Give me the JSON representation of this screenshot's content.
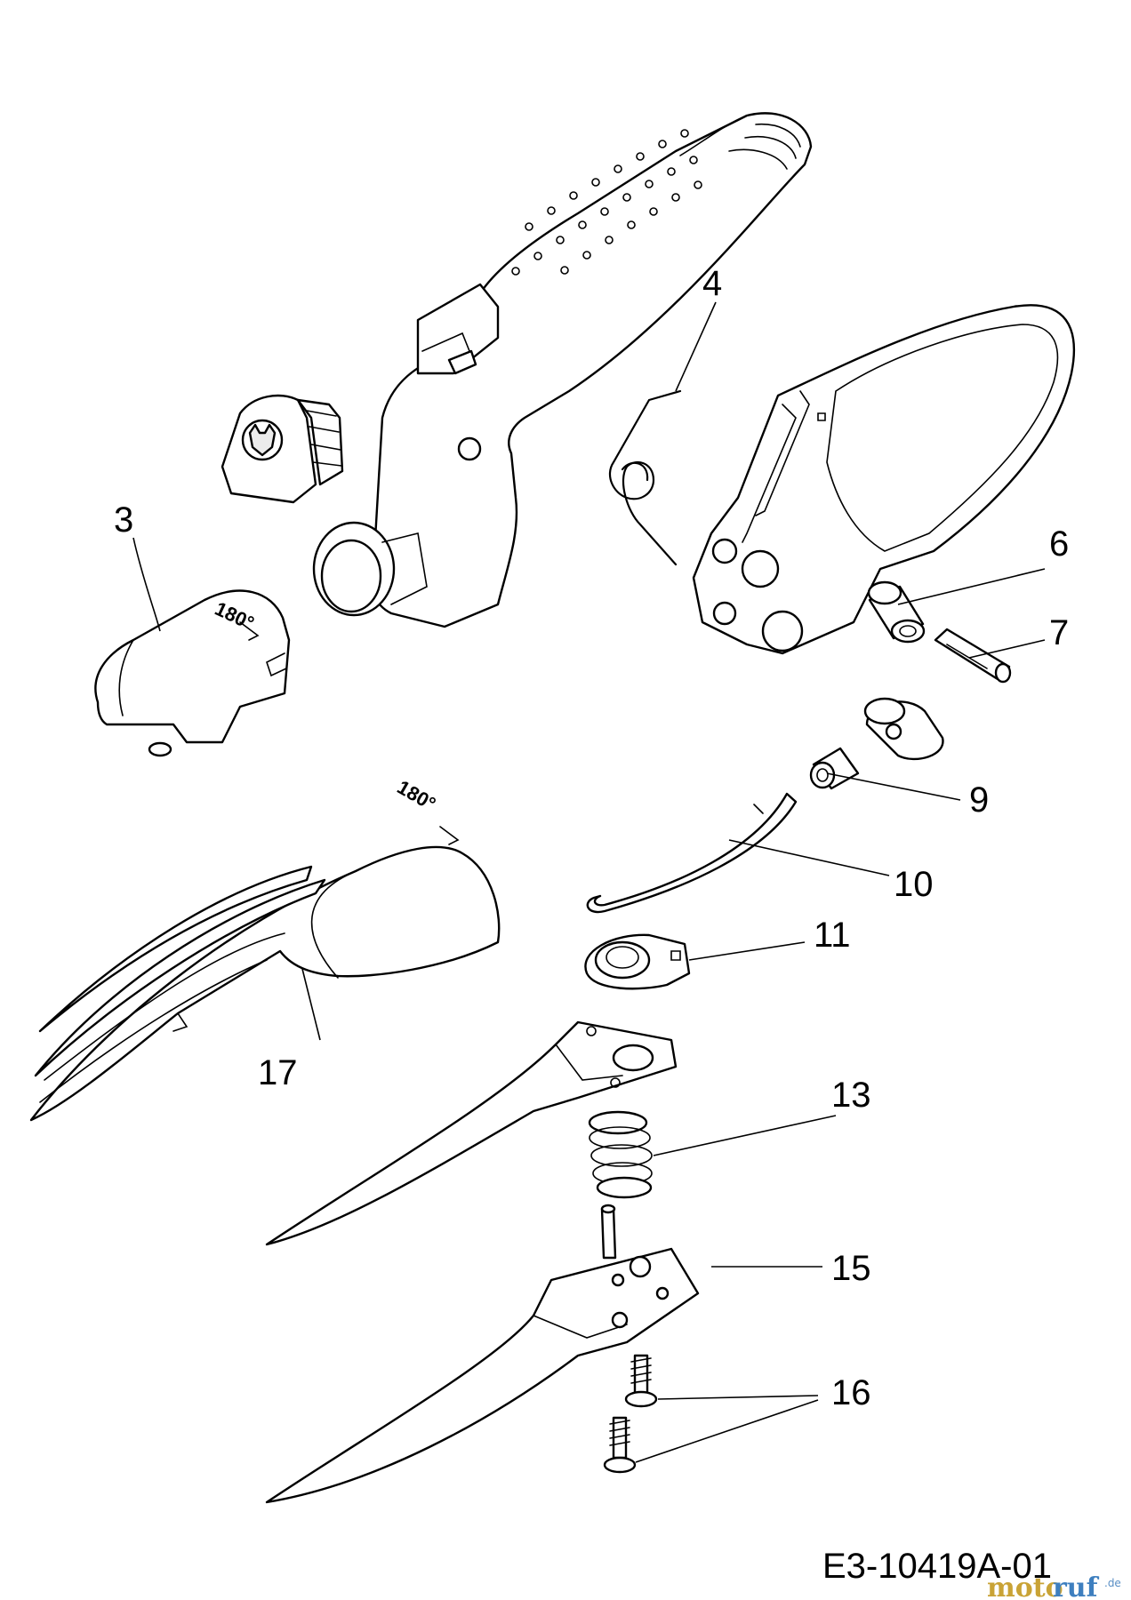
{
  "diagram": {
    "drawing_ref": "E3-10419A-01",
    "cap_marking": "180°",
    "callouts": {
      "c3": "3",
      "c4": "4",
      "c6": "6",
      "c7": "7",
      "c9": "9",
      "c10": "10",
      "c11": "11",
      "c13": "13",
      "c15": "15",
      "c16": "16",
      "c17": "17"
    }
  },
  "watermark": {
    "part1": "moto",
    "part2": "ruf",
    "suffix": ".de"
  },
  "colors": {
    "line": "#000000",
    "background": "#ffffff",
    "watermark_gold": "#c9a336",
    "watermark_blue": "#3e7fbf"
  }
}
